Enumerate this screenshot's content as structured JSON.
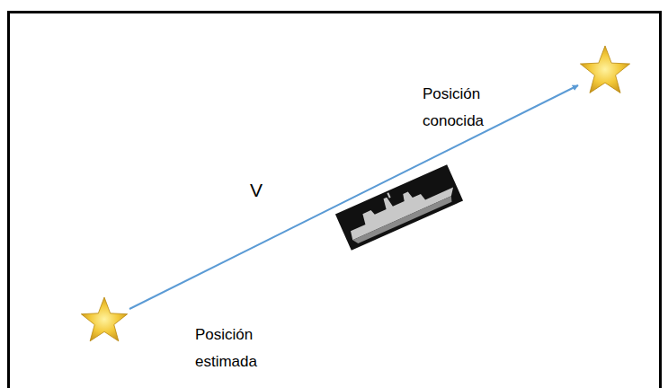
{
  "diagram": {
    "nodes": [
      {
        "text": [
          "Posición conocida"
        ]
      },
      {
        "text": [
          "Posición estimada"
        ]
      }
    ],
    "edges": [
      {
        "from": 1,
        "to": 0,
        "arrow": "to",
        "label": "V"
      }
    ]
  }
}
